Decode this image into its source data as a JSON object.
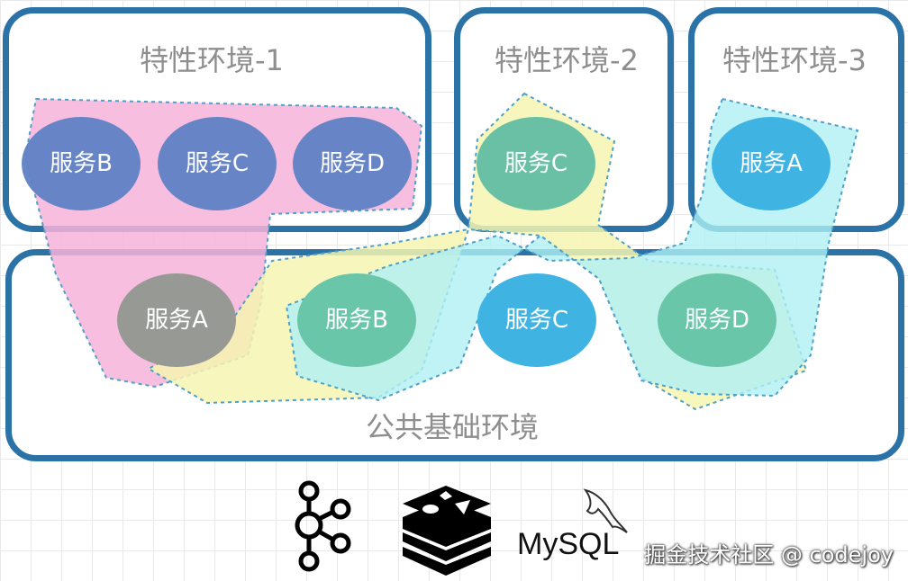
{
  "environments": {
    "feature1": {
      "title": "特性环境-1",
      "services": [
        "服务B",
        "服务C",
        "服务D"
      ]
    },
    "feature2": {
      "title": "特性环境-2",
      "services": [
        "服务C"
      ]
    },
    "feature3": {
      "title": "特性环境-3",
      "services": [
        "服务A"
      ]
    },
    "common": {
      "title": "公共基础环境",
      "services": [
        "服务A",
        "服务B",
        "服务C",
        "服务D"
      ]
    }
  },
  "colors": {
    "border": "#2b73a6",
    "service_fill": "#5f82c4",
    "pink_zone": "#f7b3d9",
    "yellow_zone": "#f4f5b2",
    "cyan_zone": "#aff0f4",
    "zone_outline": "#4ea0c9"
  },
  "bottom_logos": {
    "kafka": "kafka-icon",
    "redis": "redis-icon",
    "mysql_text": "MySQL"
  },
  "watermark": "掘金技术社区 @ codejoy"
}
